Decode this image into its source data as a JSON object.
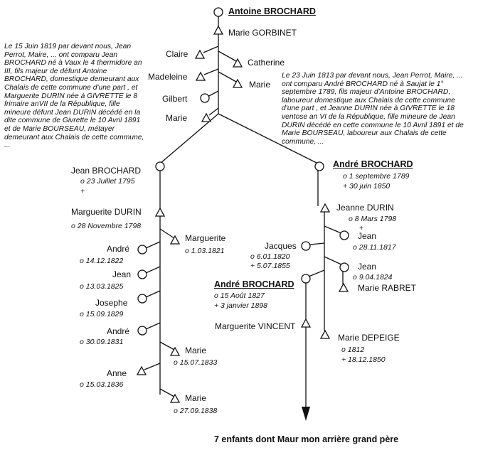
{
  "people": {
    "antoine": {
      "name": "Antoine BROCHARD"
    },
    "marie_gorbinet": {
      "name": "Marie GORBINET"
    },
    "claire": {
      "name": "Claire"
    },
    "catherine": {
      "name": "Catherine"
    },
    "madeleine": {
      "name": "Madeleine"
    },
    "marie_1": {
      "name": "Marie"
    },
    "gilbert": {
      "name": "Gilbert"
    },
    "marie_2": {
      "name": "Marie"
    },
    "jean_1795": {
      "name": "Jean BROCHARD",
      "birth": "o 23 Juillet 1795",
      "death": "+"
    },
    "marguerite_durin": {
      "name": "Marguerite DURIN",
      "birth": "o  28 Novembre 1798"
    },
    "marguerite_1821": {
      "name": "Marguerite",
      "birth": "o  1.03.1821"
    },
    "andre_1822": {
      "name": "André",
      "birth": "o  14.12.1822"
    },
    "jean_1825": {
      "name": "Jean",
      "birth": "o  13.03.1825"
    },
    "josephe_1829": {
      "name": "Josephe",
      "birth": "o  15.09.1829"
    },
    "andre_1831": {
      "name": "André",
      "birth": "o  30.09.1831"
    },
    "marie_1833": {
      "name": "Marie",
      "birth": "o  15.07.1833"
    },
    "anne_1836": {
      "name": "Anne",
      "birth": "o  15.03.1836"
    },
    "marie_1838": {
      "name": "Marie",
      "birth": "o  27.09.1838"
    },
    "andre_1789": {
      "name": "André BROCHARD",
      "birth": "o  1 septembre 1789",
      "death": "+ 30 juin 1850"
    },
    "jeanne_durin": {
      "name": "Jeanne DURIN",
      "birth": "o  8 Mars 1798",
      "death": "+"
    },
    "jean_1817": {
      "name": "Jean",
      "birth": "o  28.11.1817"
    },
    "jacques_1820": {
      "name": "Jacques",
      "birth": "o  6.01.1820",
      "death": "+  5.07.1855"
    },
    "jean_1824": {
      "name": "Jean",
      "birth": "o  9.04.1824"
    },
    "marie_rabret": {
      "name": "Marie RABRET"
    },
    "andre_1827": {
      "name": "André BROCHARD",
      "birth": "o  15 Août 1827",
      "death": "+ 3 janvier  1898"
    },
    "marguerite_vincent": {
      "name": "Marguerite VINCENT"
    },
    "marie_depeige": {
      "name": "Marie DEPEIGE",
      "birth": "o 1812",
      "death": "+ 18.12.1850"
    }
  },
  "notes": {
    "left": "Le 15 Juin 1819 par devant nous, Jean Perrot, Maire, ... ont comparu Jean BROCHARD né à Vaux le 4 thermidore an III, fils majeur de défunt Antoine BROCHARD, domestique demeurant aux Chalais de cette commune d'une part , et Marguerite DURIN née à GIVRETTE  le 8 frimaire anVII de la République, fille mineure défunt Jean DURIN décédé en la dite commune de Givrette le 10 Avril 1891 et de Marie BOURSEAU,  métayer demeurant aux Chalais de cette commune, ...",
    "right": "Le 23 Juin 1813 par devant nous, Jean Perrot, Maire, ... ont comparu André BROCHARD né à Saujat le 1° septembre 1789, fils majeur d'Antoine BROCHARD, laboureur domestique aux Chalais de cette commune d'une part , et Jeanne DURIN née à GIVRETTE  le 18 ventose an VI de la République, fille mineure de Jean DURIN décédé en cette commune le 10 Avril 1891 et de Marie BOURSEAU, laboureur aux Chalais de cette commune, ..."
  },
  "caption": "7 enfants dont Maur mon arrière grand père",
  "colors": {
    "ink": "#111111",
    "paper": "#ffffff"
  }
}
